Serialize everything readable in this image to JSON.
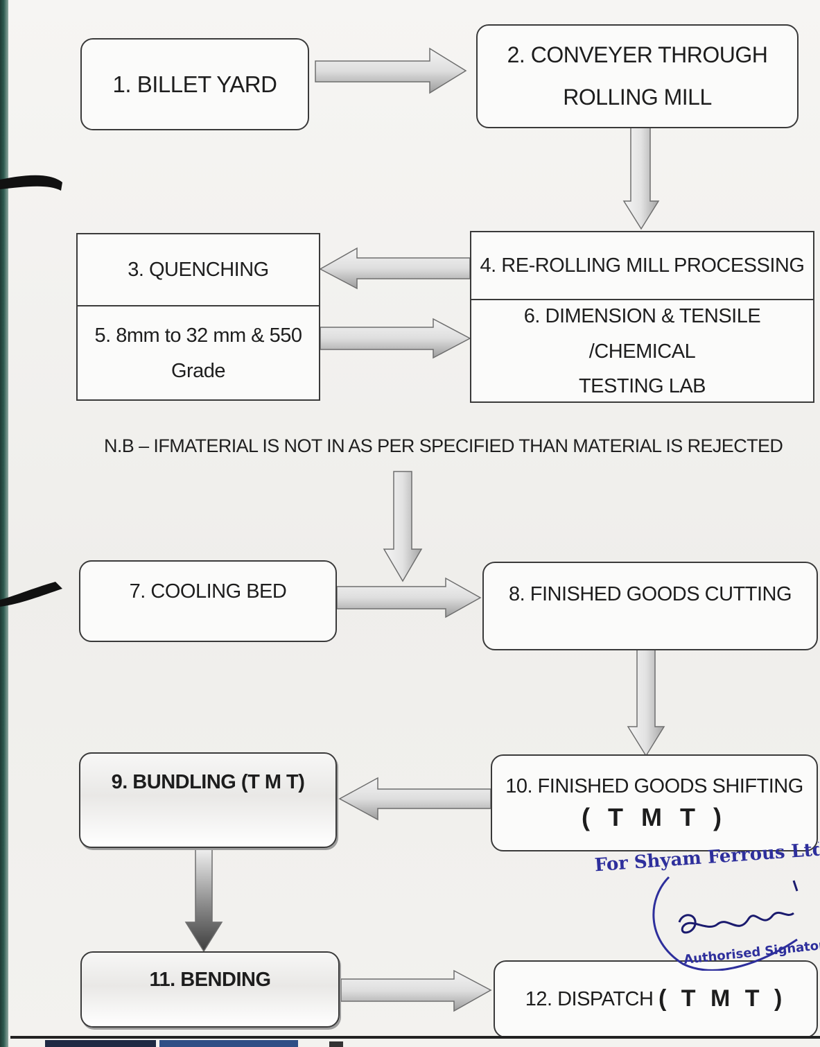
{
  "steps": {
    "s1": "1. BILLET YARD",
    "s2_line1": "2. CONVEYER THROUGH",
    "s2_line2": "ROLLING MILL",
    "s3": "3. QUENCHING",
    "s4": "4. RE-ROLLING MILL PROCESSING",
    "s5_line1": "5.  8mm to 32 mm & 550",
    "s5_line2": "Grade",
    "s6_line1": "6. DIMENSION & TENSILE /CHEMICAL",
    "s6_line2": "TESTING LAB",
    "s7": "7. COOLING BED",
    "s8": "8. FINISHED GOODS CUTTING",
    "s9": "9. BUNDLING (T M T)",
    "s10_line1": "10. FINISHED GOODS SHIFTING",
    "s10_line2": "( T M T )",
    "s11": "11. BENDING",
    "s12_text": "12. DISPATCH ",
    "s12_tmt": "( T M T )"
  },
  "note": "N.B – IFMATERIAL IS NOT IN AS PER SPECIFIED THAN MATERIAL IS REJECTED",
  "stamp": {
    "company": "For Shyam Ferrous Ltd",
    "role": "Authorised Signatory"
  },
  "colors": {
    "border": "#3a3a3a",
    "arrow_light": "#f2f2f2",
    "arrow_dark": "#9a9a9a",
    "stamp_ink": "#2e2f9c",
    "binder_ring": "#111111"
  }
}
